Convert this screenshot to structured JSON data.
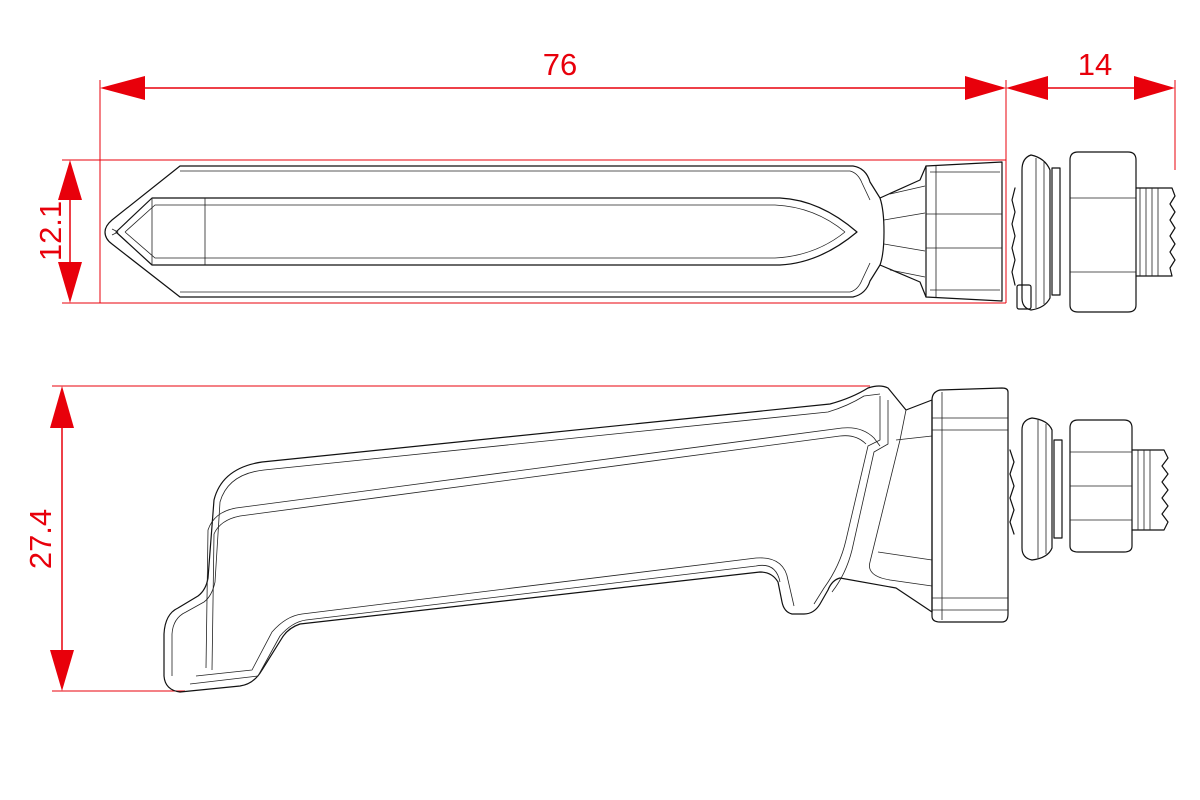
{
  "drawing": {
    "dimensions": {
      "length": "76",
      "thread": "14",
      "width": "12.1",
      "height": "27.4"
    },
    "colors": {
      "dimension": "#e8000b",
      "outline": "#111111",
      "background": "#ffffff"
    }
  }
}
